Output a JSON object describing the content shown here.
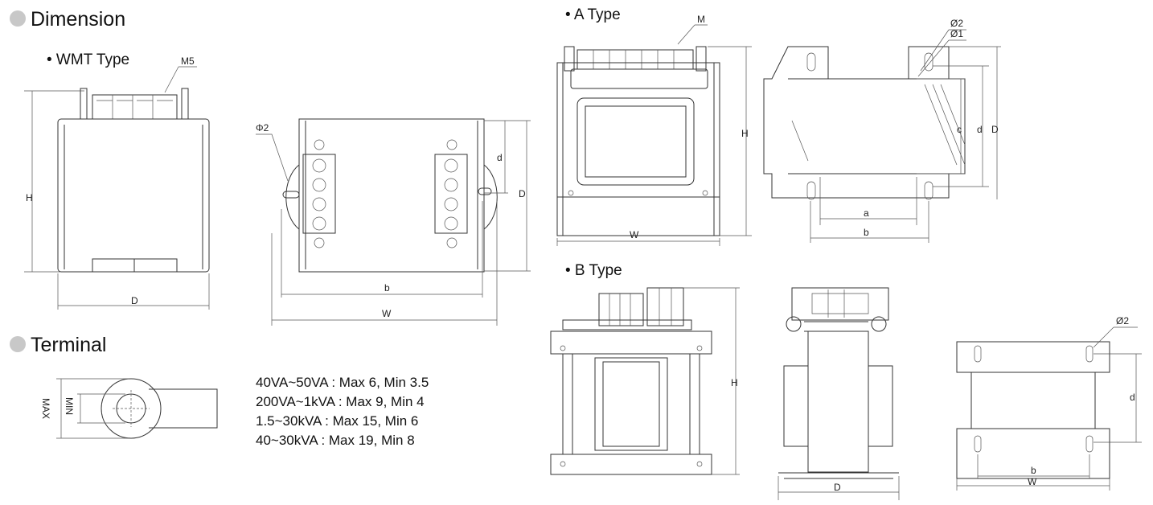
{
  "headings": {
    "dimension": "Dimension",
    "terminal": "Terminal"
  },
  "wmt": {
    "title": "• WMT Type",
    "screw_label": "M5",
    "hole_label": "Φ2",
    "dims": {
      "H": "H",
      "D_front": "D",
      "d": "d",
      "D": "D",
      "b": "b",
      "W": "W"
    }
  },
  "a_type": {
    "title": "• A Type",
    "screw_label": "M",
    "hole2": "Ø2",
    "hole1": "Ø1",
    "dims": {
      "H": "H",
      "W": "W",
      "c": "c",
      "d": "d",
      "D": "D",
      "a": "a",
      "b": "b"
    }
  },
  "b_type": {
    "title": "• B Type",
    "hole_label": "Ø2",
    "dims": {
      "H": "H",
      "D": "D",
      "d": "d",
      "b": "b",
      "W": "W"
    }
  },
  "terminal": {
    "max_label": "MAX",
    "min_label": "MIN",
    "specs": [
      "40VA~50VA : Max 6,  Min 3.5",
      "200VA~1kVA : Max 9,  Min 4",
      "1.5~30kVA : Max 15,  Min 6",
      "40~30kVA : Max 19,  Min 8"
    ]
  },
  "colors": {
    "bullet": "#c8c8c8",
    "line": "#333333"
  }
}
